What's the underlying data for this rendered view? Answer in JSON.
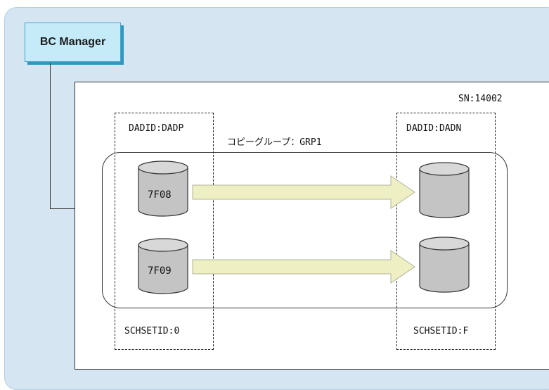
{
  "manager": {
    "label": "BC Manager"
  },
  "storage": {
    "serial": "SN:14002"
  },
  "primary": {
    "dad_id": "DADID:DADP",
    "sched_id": "SCHSETID:0",
    "volumes": [
      "7F08",
      "7F09"
    ]
  },
  "secondary": {
    "dad_id": "DADID:DADN",
    "sched_id": "SCHSETID:F"
  },
  "copy_group": {
    "label": "コピーグループ：GRP1"
  },
  "colors": {
    "panel_bg": "#d5e6f2",
    "manager_fill": "#c6ebf8",
    "manager_border": "#3296be",
    "arrow_fill": "#eef0c4",
    "volume_fill": "#c4c4c4"
  }
}
